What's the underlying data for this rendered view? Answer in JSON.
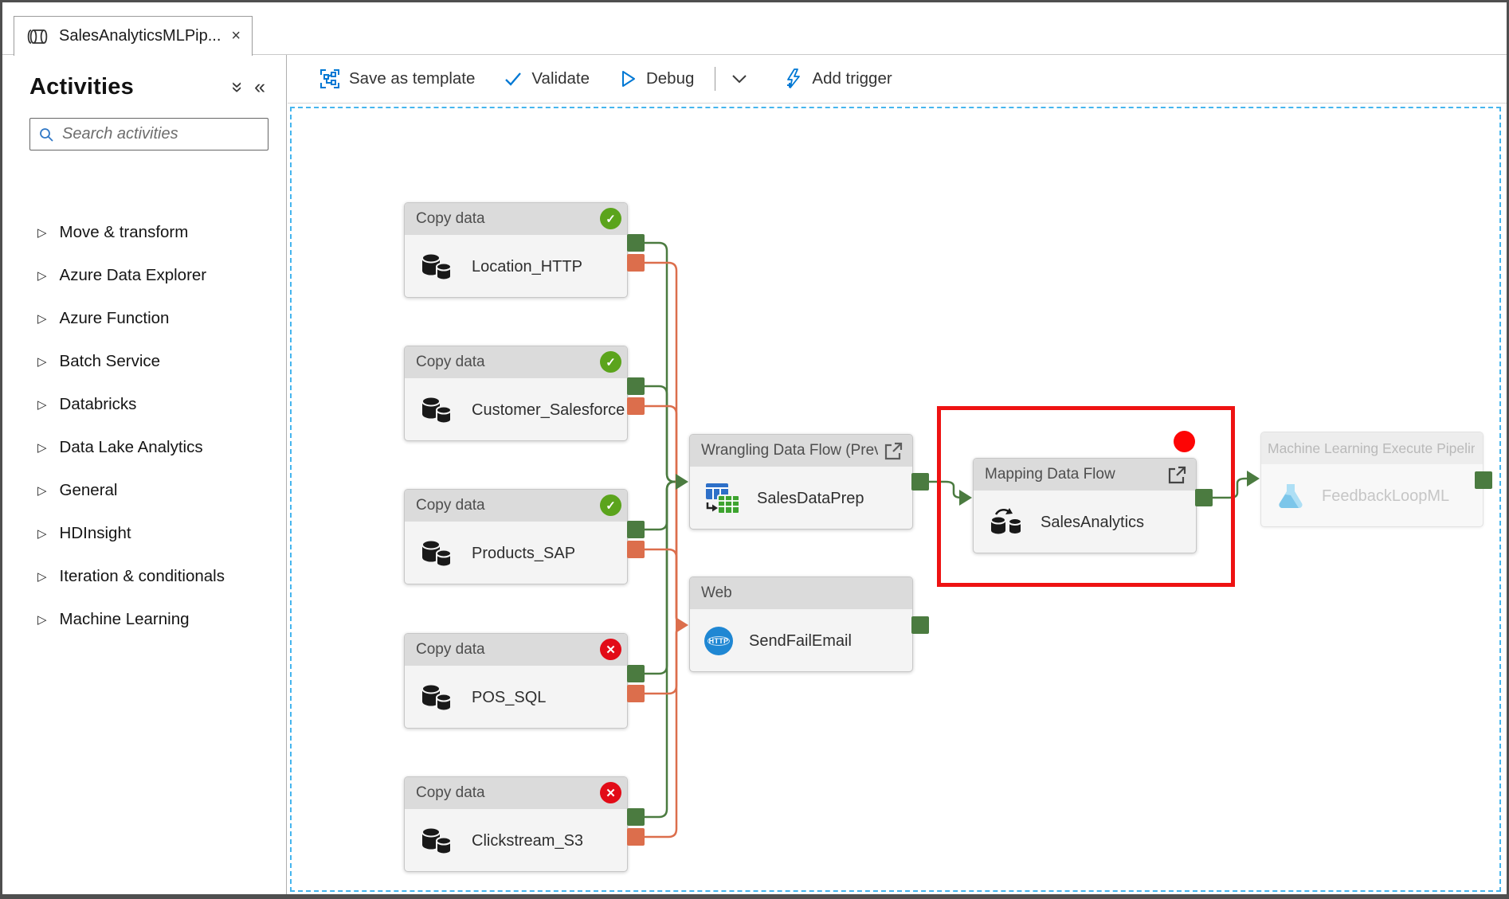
{
  "window": {
    "tab_title": "SalesAnalyticsMLPip...",
    "tab_close": "×"
  },
  "sidebar": {
    "title": "Activities",
    "search_placeholder": "Search activities",
    "items": [
      "Move & transform",
      "Azure Data Explorer",
      "Azure Function",
      "Batch Service",
      "Databricks",
      "Data Lake Analytics",
      "General",
      "HDInsight",
      "Iteration & conditionals",
      "Machine Learning"
    ]
  },
  "toolbar": {
    "save_as_template": "Save as template",
    "validate": "Validate",
    "debug": "Debug",
    "add_trigger": "Add trigger"
  },
  "nodes": {
    "copy": [
      {
        "header": "Copy data",
        "name": "Location_HTTP",
        "status": "success"
      },
      {
        "header": "Copy data",
        "name": "Customer_Salesforce",
        "status": "success"
      },
      {
        "header": "Copy data",
        "name": "Products_SAP",
        "status": "success"
      },
      {
        "header": "Copy data",
        "name": "POS_SQL",
        "status": "error"
      },
      {
        "header": "Copy data",
        "name": "Clickstream_S3",
        "status": "error"
      }
    ],
    "wrangling": {
      "header": "Wrangling Data Flow (Preview",
      "name": "SalesDataPrep"
    },
    "web": {
      "header": "Web",
      "name": "SendFailEmail",
      "icon_text": "HTTP"
    },
    "mapping": {
      "header": "Mapping Data Flow",
      "name": "SalesAnalytics"
    },
    "ml": {
      "header": "Machine Learning Execute Pipeline",
      "name": "FeedbackLoopML",
      "state": "disabled"
    }
  },
  "colors": {
    "accent_blue": "#0078d4",
    "success_green": "#5ba41c",
    "error_red": "#e20b17",
    "connector_green": "#4b7b40",
    "connector_orange": "#dc6e4c",
    "annotation_red": "#ee1212",
    "canvas_dash_blue": "#45b5ee",
    "node_header_gray": "#dbdbdb",
    "node_body_gray": "#f4f4f4"
  }
}
